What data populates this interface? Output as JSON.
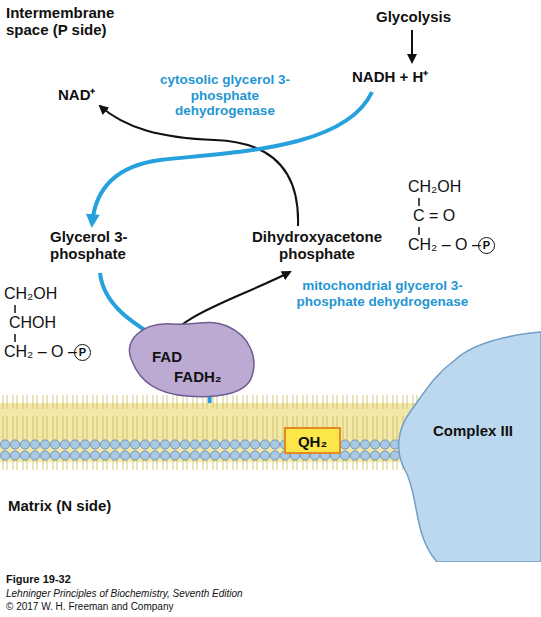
{
  "diagram": {
    "caption": "Figure 19-32",
    "nodes": [
      {
        "text": [
          "FAD",
          "FADH₂"
        ]
      },
      {
        "text": [
          "QH₂"
        ]
      },
      {
        "text": [
          "Complex III"
        ]
      }
    ],
    "edges": [
      {
        "from": 0,
        "to": 1,
        "arrow": "to"
      },
      {
        "from": 1,
        "to": 2,
        "arrow": "to"
      }
    ],
    "labels": [
      "Intermembrane space (P side)",
      "Glycolysis",
      "NAD⁺",
      "NADH + H⁺",
      "cytosolic glycerol 3-phosphate dehydrogenase",
      "Glycerol 3-phosphate",
      "Dihydroxyacetone phosphate",
      "CH₂OH",
      "C = O",
      "CH₂ – O –",
      "P",
      "CH₂OH",
      "CHOH",
      "CH₂ – O –",
      "P",
      "mitochondrial glycerol 3-phosphate dehydrogenase",
      "Matrix (N side)",
      "Lehninger Principles of Biochemistry, Seventh Edition",
      "© 2017 W. H. Freeman and Company"
    ]
  }
}
